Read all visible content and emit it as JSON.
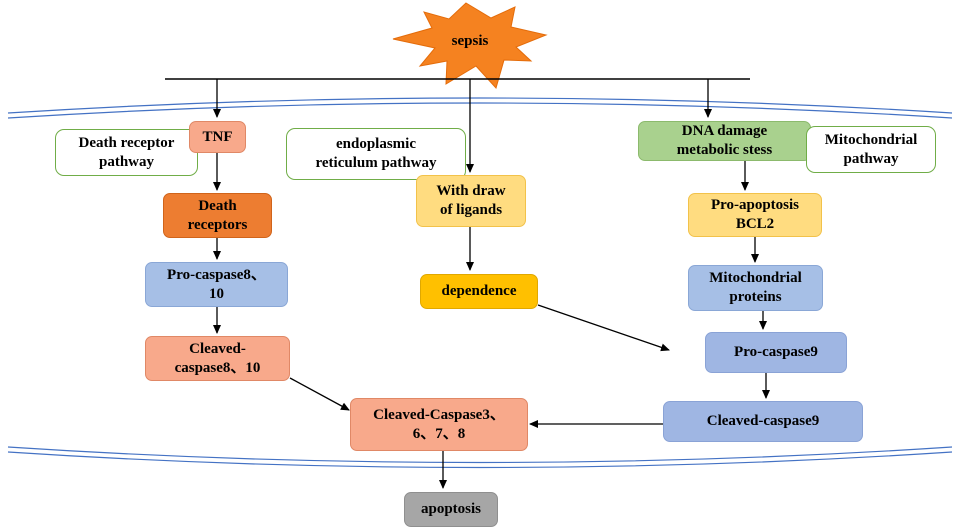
{
  "colors": {
    "line": "#000000",
    "membrane": "#4472c4",
    "sepsis_fill": "#f58220",
    "label_border": "#70ad47"
  },
  "nodes": {
    "sepsis": "sepsis",
    "tnf": "TNF",
    "death_receptor_pathway": [
      "Death receptor",
      "pathway"
    ],
    "death_receptors": [
      "Death",
      "receptors"
    ],
    "pro_caspase8_10": [
      "Pro-caspase8、",
      "10"
    ],
    "cleaved_caspase8_10": [
      "Cleaved-",
      "caspase8、10"
    ],
    "er_pathway": [
      "endoplasmic",
      "reticulum pathway"
    ],
    "with_draw": [
      "With draw",
      "of ligands"
    ],
    "dependence": "dependence",
    "dna_damage": [
      "DNA damage",
      "metabolic stess"
    ],
    "mitochondrial_pathway": [
      "Mitochondrial",
      "pathway"
    ],
    "pro_apoptosis": [
      "Pro-apoptosis",
      "BCL2"
    ],
    "mito_proteins": [
      "Mitochondrial",
      "proteins"
    ],
    "pro_caspase9": "Pro-caspase9",
    "cleaved_caspase9": "Cleaved-caspase9",
    "cleaved_caspase3": [
      "Cleaved-Caspase3、",
      "6、7、8"
    ],
    "apoptosis": "apoptosis"
  }
}
